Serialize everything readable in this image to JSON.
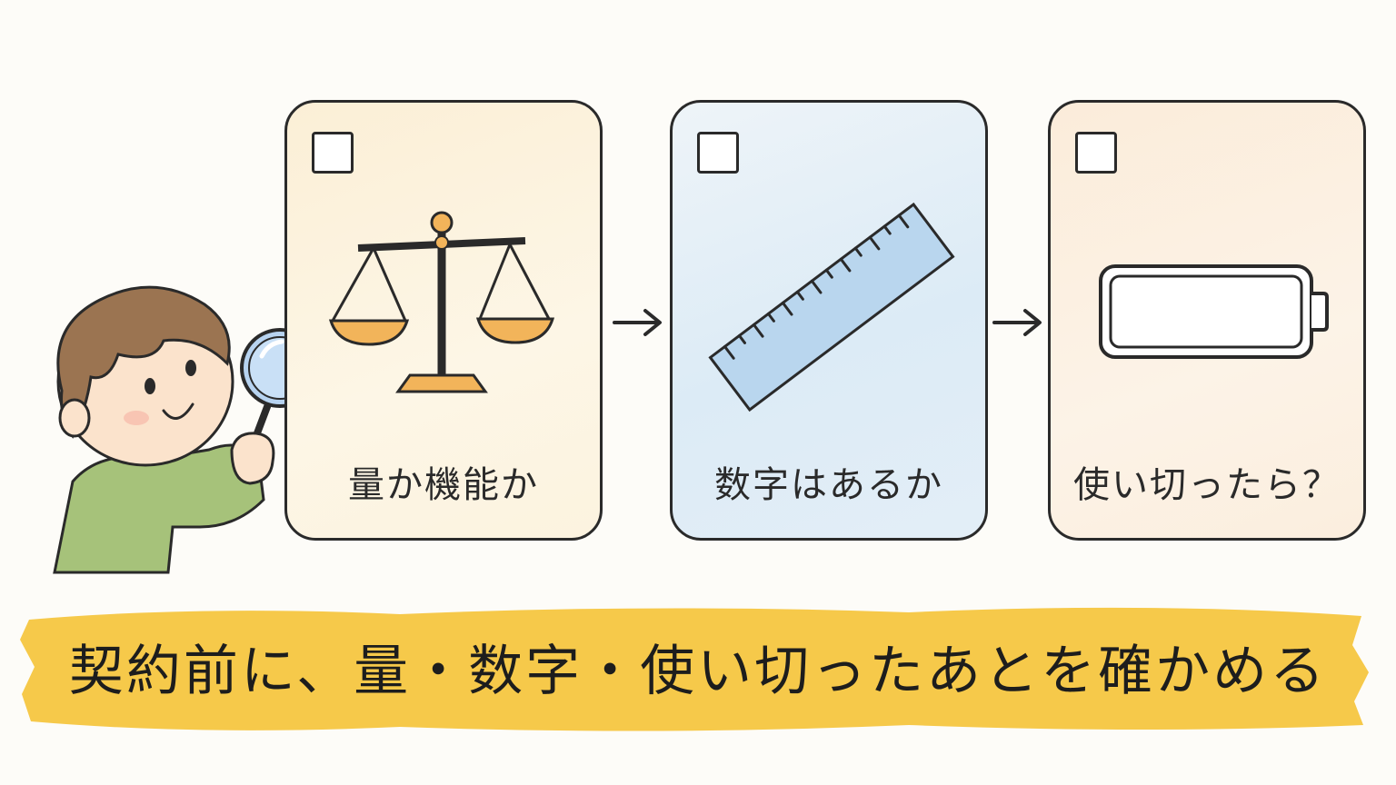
{
  "cards": [
    {
      "label": "量か機能か",
      "icon": "scale-icon"
    },
    {
      "label": "数字はあるか",
      "icon": "ruler-icon"
    },
    {
      "label": "使い切ったら？",
      "icon": "empty-battery-icon"
    }
  ],
  "banner": {
    "text": "契約前に、量・数字・使い切ったあとを確かめる"
  },
  "colors": {
    "outline": "#2a2a2a",
    "banner": "#f6c94a",
    "scale_pan": "#f2b45a",
    "ruler": "#b9d6ee",
    "kid_shirt": "#a6c27a",
    "kid_hair": "#9b7451"
  }
}
